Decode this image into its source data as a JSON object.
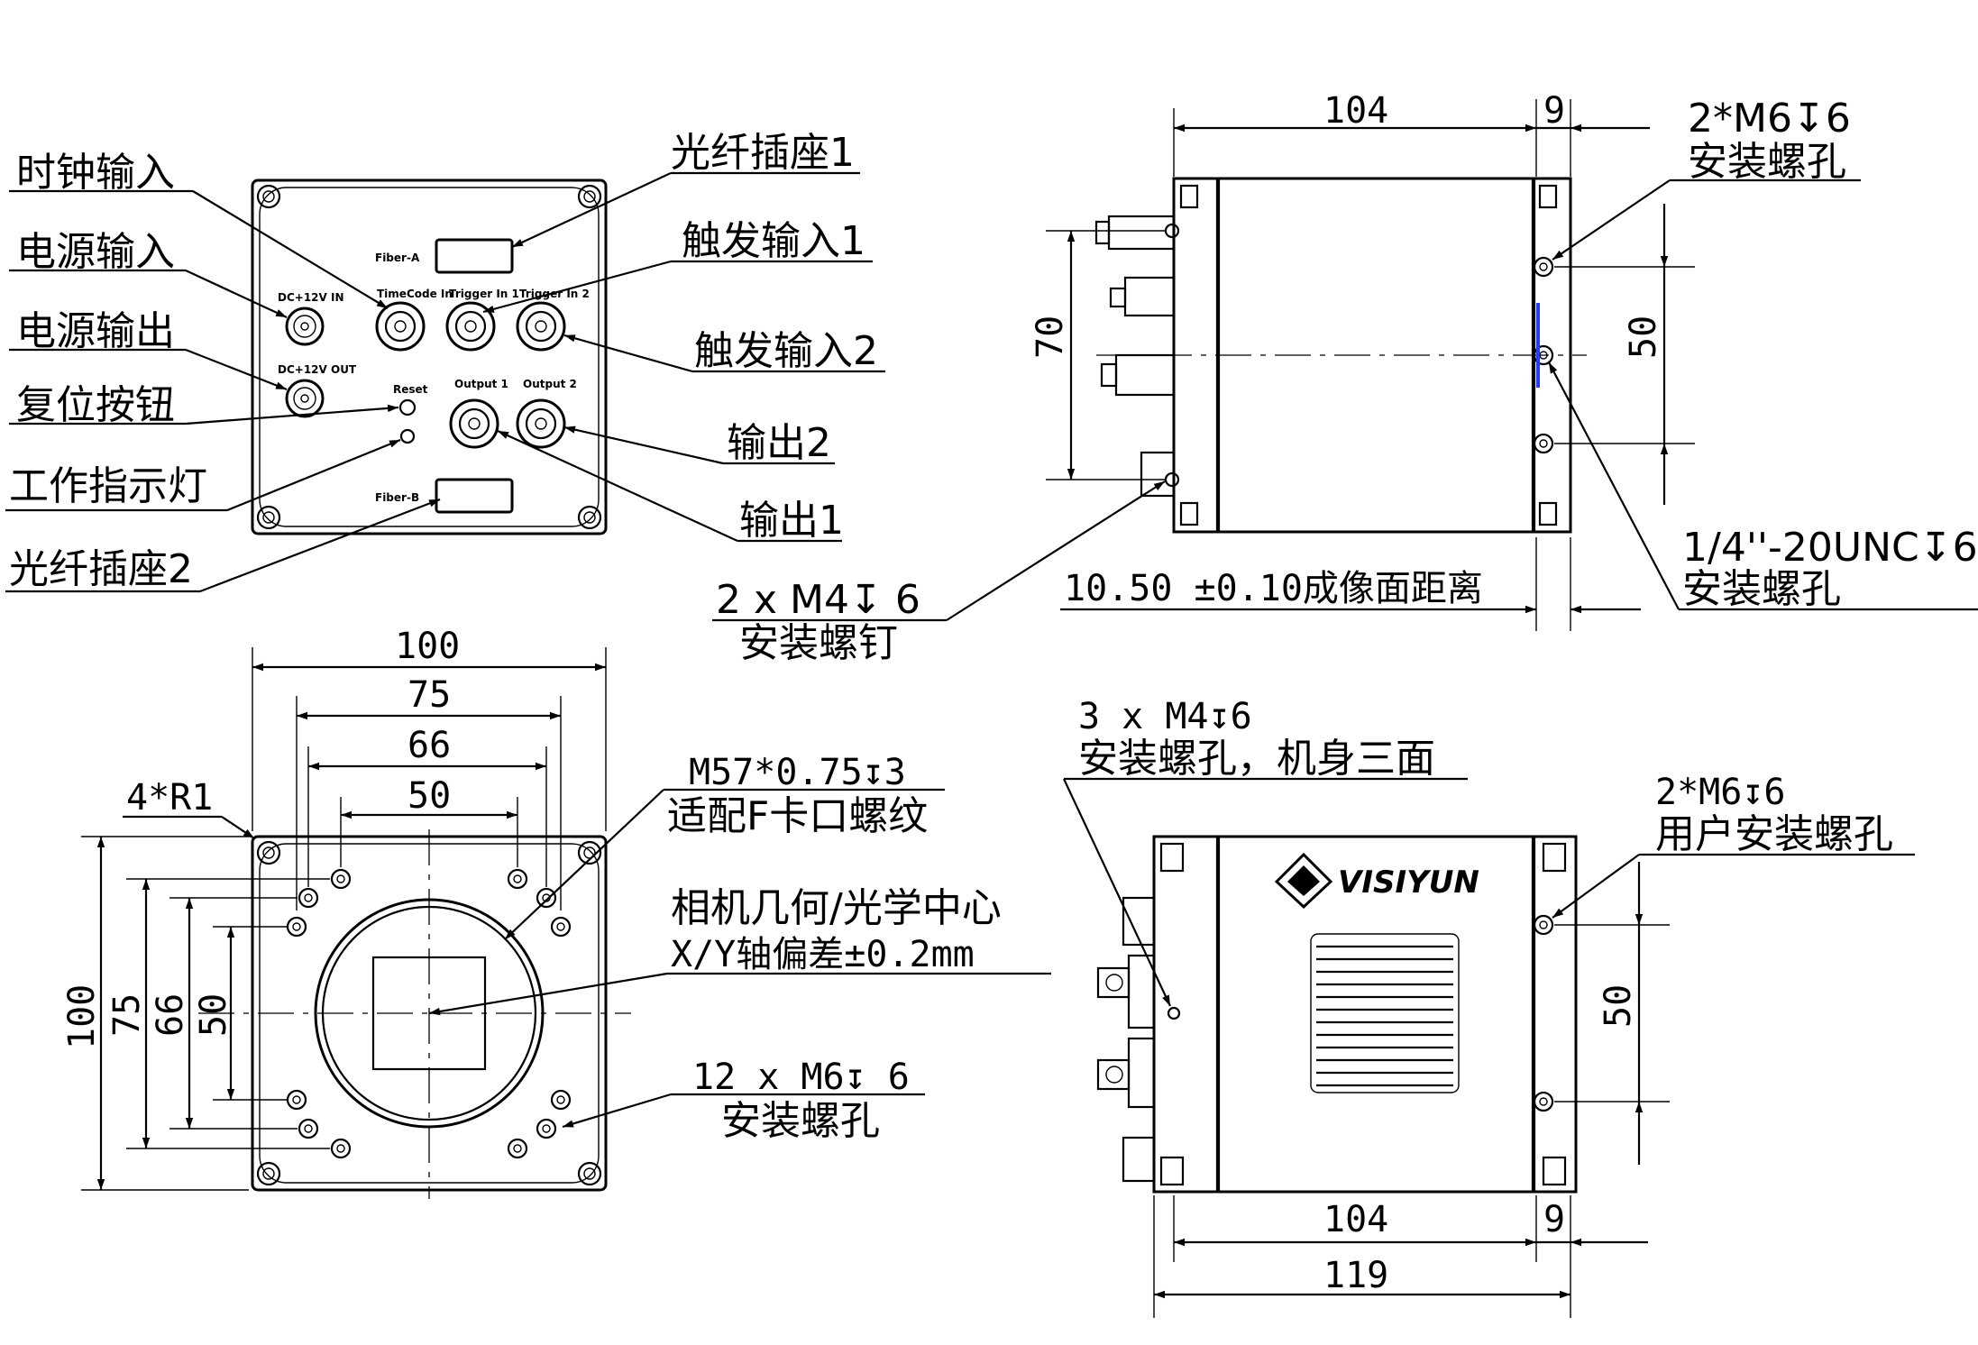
{
  "front_view": {
    "callouts": {
      "clock_input": "时钟输入",
      "power_input": "电源输入",
      "power_output": "电源输出",
      "reset_button": "复位按钮",
      "status_led": "工作指示灯",
      "fiber_socket_2": "光纤插座2",
      "fiber_socket_1": "光纤插座1",
      "trigger_input_1": "触发输入1",
      "trigger_input_2": "触发输入2",
      "output_2": "输出2",
      "output_1": "输出1"
    },
    "panel_labels": {
      "fiber_a": "Fiber-A",
      "fiber_b": "Fiber-B",
      "timecode_in": "TimeCode In",
      "trigger_in_1": "Trigger In 1",
      "trigger_in_2": "Trigger In 2",
      "output_1": "Output 1",
      "output_2": "Output 2",
      "reset": "Reset",
      "dc_in": "DC+12V IN",
      "dc_out": "DC+12V OUT"
    }
  },
  "side_view_top": {
    "dim_104": "104",
    "dim_9": "9",
    "dim_70": "70",
    "dim_50": "50",
    "m6_note_line1": "2*M6↧6",
    "m6_note_line2": "安装螺孔",
    "unc_note_line1": "1/4''-20UNC↧6",
    "unc_note_line2": "安装螺孔",
    "m4_note_line1": "2 x M4↧ 6",
    "m4_note_line2": "安装螺钉",
    "image_plane_note": "10.50 ±0.10成像面距离"
  },
  "lens_view": {
    "dim_100": "100",
    "dim_75": "75",
    "dim_66": "66",
    "dim_50": "50",
    "dim_v_100": "100",
    "dim_v_75": "75",
    "dim_v_66": "66",
    "dim_v_50": "50",
    "radius_note": "4*R1",
    "mount_note_line1": "M57*0.75↧3",
    "mount_note_line2": "适配F卡口螺纹",
    "center_note_line1": "相机几何/光学中心",
    "center_note_line2": "X/Y轴偏差±0.2mm",
    "holes_note_line1": "12 x M6↧ 6",
    "holes_note_line2": "安装螺孔"
  },
  "side_view_bottom": {
    "m4_note_line1": "3 x M4↧6",
    "m4_note_line2": "安装螺孔，机身三面",
    "m6_note_line1": "2*M6↧6",
    "m6_note_line2": "用户安装螺孔",
    "brand": "VISIYUN",
    "dim_50": "50",
    "dim_104": "104",
    "dim_9": "9",
    "dim_119": "119"
  }
}
